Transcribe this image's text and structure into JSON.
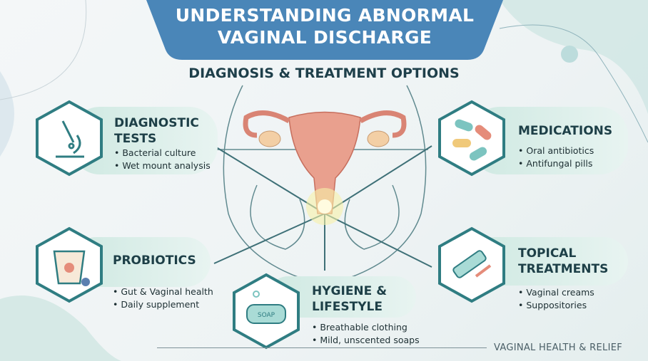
{
  "header": {
    "title_line1": "UNDERSTANDING ABNORMAL",
    "title_line2": "VAGINAL DISCHARGE",
    "subtitle": "DIAGNOSIS & TREATMENT OPTIONS"
  },
  "cards": {
    "diagnostic": {
      "title_line1": "DIAGNOSTIC",
      "title_line2": "TESTS",
      "icon": "microscope-icon",
      "bullets": [
        "Bacterial culture",
        "Wet mount analysis"
      ]
    },
    "medications": {
      "title_line1": "MEDICATIONS",
      "icon": "pills-icon",
      "bullets": [
        "Oral antibiotics",
        "Antifungal pills"
      ]
    },
    "probiotics": {
      "title_line1": "PROBIOTICS",
      "icon": "yogurt-icon",
      "bullets": [
        "Gut & Vaginal health",
        "Daily supplement"
      ]
    },
    "hygiene": {
      "title_line1": "HYGIENE &",
      "title_line2": "LIFESTYLE",
      "icon": "soap-icon",
      "icon_label": "SOAP",
      "bullets": [
        "Breathable clothing",
        "Mild, unscented soaps"
      ]
    },
    "topical": {
      "title_line1": "TOPICAL",
      "title_line2": "TREATMENTS",
      "icon": "cream-tube-icon",
      "bullets": [
        "Vaginal creams",
        "Suppositories"
      ]
    }
  },
  "footer": {
    "text": "VAGINAL HEALTH & RELIEF"
  },
  "colors": {
    "banner": "#4a86b8",
    "title_text": "#1d3f47",
    "hex_border": "#2f7d82",
    "card": "#cfe9e2",
    "uterus": "#e9a08e"
  }
}
